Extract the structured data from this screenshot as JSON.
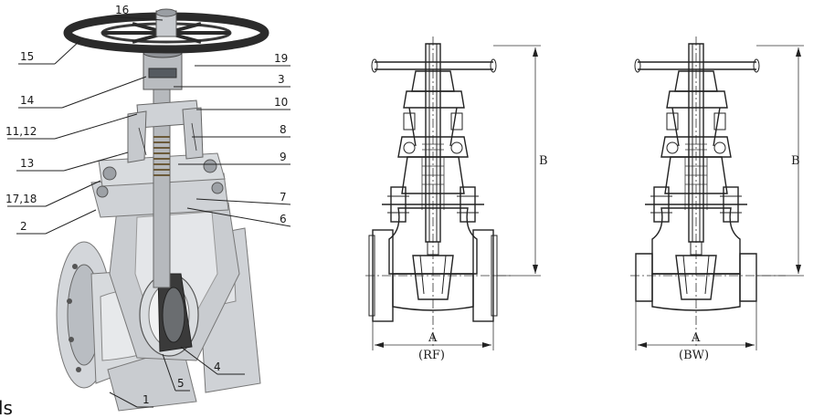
{
  "callouts": {
    "c1": "1",
    "c2": "2",
    "c3": "3",
    "c4": "4",
    "c5": "5",
    "c6": "6",
    "c7": "7",
    "c8": "8",
    "c9": "9",
    "c10": "10",
    "c11_12": "11,12",
    "c13": "13",
    "c14": "14",
    "c15": "15",
    "c16": "16",
    "c17_18": "17,18",
    "c19": "19"
  },
  "drawing_rf": {
    "height_label": "B",
    "width_label": "A",
    "end_label": "(RF)"
  },
  "drawing_bw": {
    "height_label": "B",
    "width_label": "A",
    "end_label": "(BW)"
  },
  "cutoff_text": "ls",
  "colors": {
    "line": "#222222",
    "body_gray": "#c9ccd0",
    "handwheel": "#2b2b2b",
    "interior": "#e4e6e9"
  }
}
